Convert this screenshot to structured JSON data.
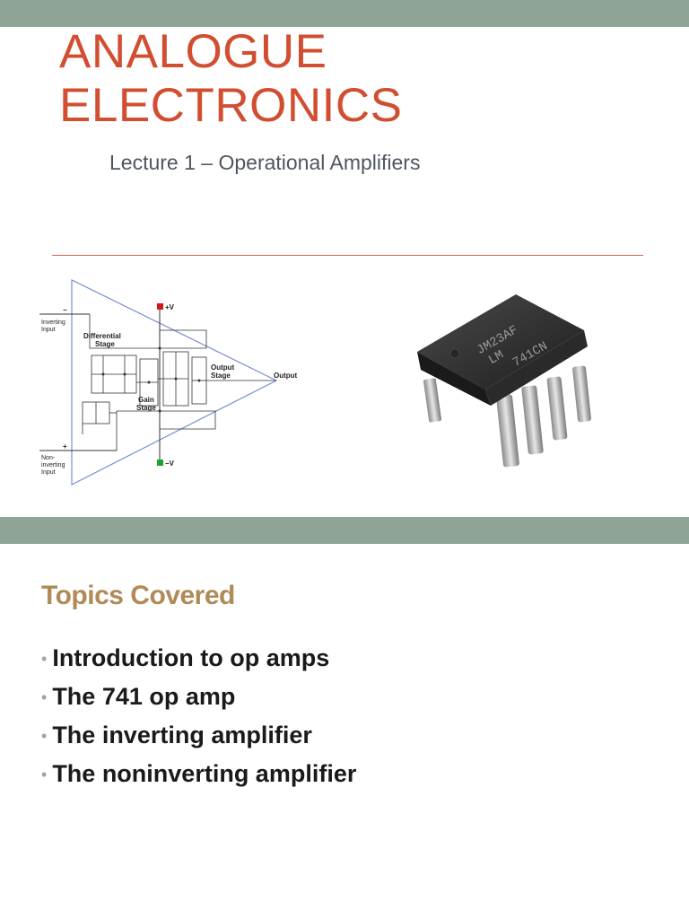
{
  "slide1": {
    "title_line1": "ANALOGUE",
    "title_line2": "ELECTRONICS",
    "subtitle": "Lecture 1 – Operational Amplifiers",
    "diagram": {
      "plus_v": "+V",
      "minus_v": "−V",
      "minus_sign": "−",
      "plus_sign": "+",
      "inverting_input_l1": "Inverting",
      "inverting_input_l2": "Input",
      "noninverting_input_l1": "Non-",
      "noninverting_input_l2": "inverting",
      "noninverting_input_l3": "Input",
      "differential_stage_l1": "Differential",
      "differential_stage_l2": "Stage",
      "gain_stage_l1": "Gain",
      "gain_stage_l2": "Stage",
      "output_stage_l1": "Output",
      "output_stage_l2": "Stage",
      "output": "Output"
    },
    "chip_markings": {
      "line1": "JM23AF",
      "line2": "LM",
      "line3": "741CN"
    }
  },
  "slide2": {
    "heading": "Topics Covered",
    "bullet_symbol": "•",
    "topics": [
      "Introduction to op amps",
      "The 741 op amp",
      "The inverting amplifier",
      "The noninverting amplifier"
    ]
  },
  "colors": {
    "band": "#8fa396",
    "title": "#d24e30",
    "heading": "#b08a57"
  }
}
